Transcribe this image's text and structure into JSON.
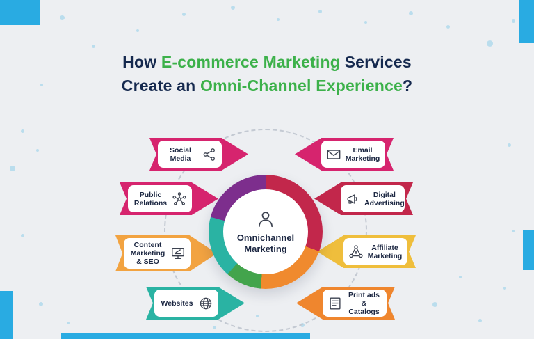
{
  "colors": {
    "accent_blue": "#29abe2",
    "title_navy": "#15294e",
    "title_green": "#3cb14a",
    "background": "#edeff2"
  },
  "title": {
    "line1": {
      "p1": "How",
      "p2": "E-commerce Marketing",
      "p3": "Services"
    },
    "line2": {
      "p1": "Create an",
      "p2": "Omni-Channel Experience",
      "p3": "?"
    }
  },
  "center": {
    "label": "Omnichannel Marketing",
    "icon": "person-icon",
    "ring_segments": [
      "#c2274b 0deg 110deg",
      "#f08a2e 110deg 185deg",
      "#43a44c 185deg 222deg",
      "#2ab3a3 222deg 285deg",
      "#7d2e8d 285deg 360deg"
    ]
  },
  "items": [
    {
      "label": "Social Media",
      "icon": "share-network-icon",
      "color": "#d6246e",
      "side": "left"
    },
    {
      "label": "Public Relations",
      "icon": "connections-icon",
      "color": "#d6246e",
      "side": "left"
    },
    {
      "label": "Content Marketing & SEO",
      "icon": "content-monitor-icon",
      "color": "#f2a341",
      "side": "left"
    },
    {
      "label": "Websites",
      "icon": "globe-icon",
      "color": "#2ab3a3",
      "side": "left"
    },
    {
      "label": "Email Marketing",
      "icon": "envelope-icon",
      "color": "#d6246e",
      "side": "right"
    },
    {
      "label": "Digital Advertising",
      "icon": "megaphone-icon",
      "color": "#c2274b",
      "side": "right"
    },
    {
      "label": "Affiliate Marketing",
      "icon": "affiliate-network-icon",
      "color": "#efbe3c",
      "side": "right"
    },
    {
      "label": "Print ads & Catalogs",
      "icon": "catalog-icon",
      "color": "#ef862e",
      "side": "right"
    }
  ]
}
